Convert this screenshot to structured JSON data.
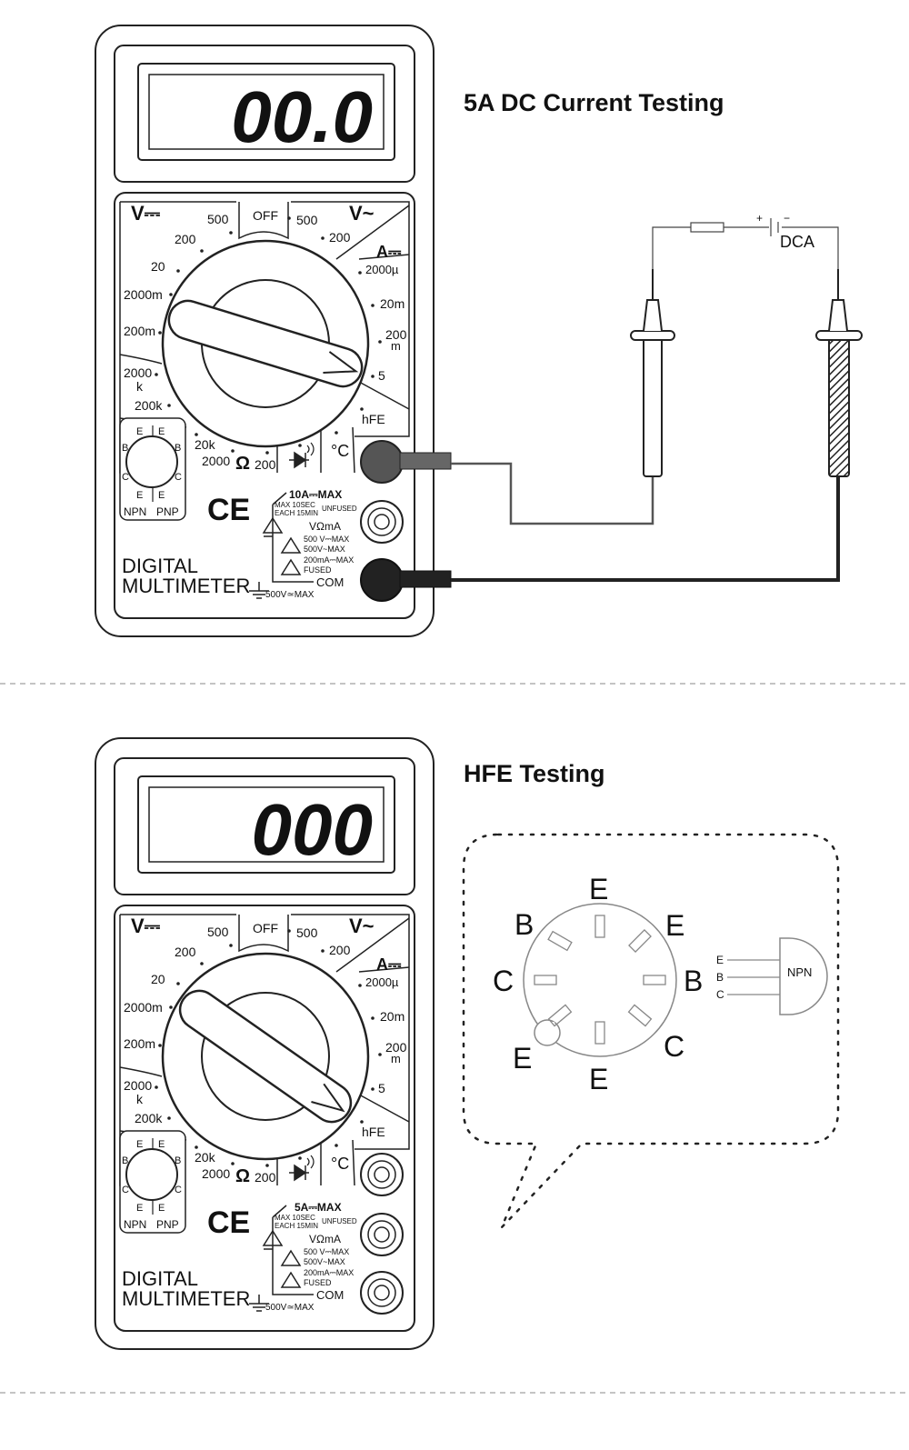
{
  "panels": [
    {
      "heading": "5A DC Current Testing",
      "display": "00.0",
      "dial": {
        "v_dc": "V⎓",
        "off": "OFF",
        "v_ac": "V~",
        "a_dc": "A⎓",
        "left": [
          "500",
          "200",
          "20",
          "2000m",
          "200m"
        ],
        "ohm_left": [
          "2000",
          "k",
          "200k"
        ],
        "right": [
          "500",
          "200",
          "2000µ",
          "20m",
          "200",
          "m",
          "5"
        ],
        "hfe": "hFE",
        "ohm_bottom": [
          "20k",
          "2000",
          "Ω",
          "200"
        ],
        "temp": "°C"
      },
      "socket_labels": {
        "e1": "E",
        "e2": "E",
        "b1": "B",
        "b2": "B",
        "c1": "C",
        "c2": "C",
        "e3": "E",
        "e4": "E",
        "npn": "NPN",
        "pnp": "PNP"
      },
      "ce": "CE",
      "jacks": {
        "amax": "10A⎓MAX",
        "max10": "MAX 10SEC",
        "each15": "EACH 15MIN",
        "unfused": "UNFUSED",
        "vma": "VΩmA",
        "v500dc": "500 V⎓MAX",
        "v500ac": "500V~MAX",
        "ma200": "200mA⎓MAX",
        "fused": "FUSED",
        "com": "COM",
        "gnd": "500V≃MAX"
      },
      "brand": [
        "DIGITAL",
        "MULTIMETER"
      ],
      "circuit": {
        "plus": "+",
        "minus": "−",
        "label": "DCA"
      }
    },
    {
      "heading": "HFE Testing",
      "display": "000",
      "jacks_amax": "5A⎓MAX",
      "socket": {
        "labels": [
          "E",
          "E",
          "B",
          "C",
          "E",
          "E",
          "C",
          "B"
        ],
        "npn_pins": [
          "E",
          "B",
          "C"
        ],
        "npn_label": "NPN"
      }
    }
  ]
}
